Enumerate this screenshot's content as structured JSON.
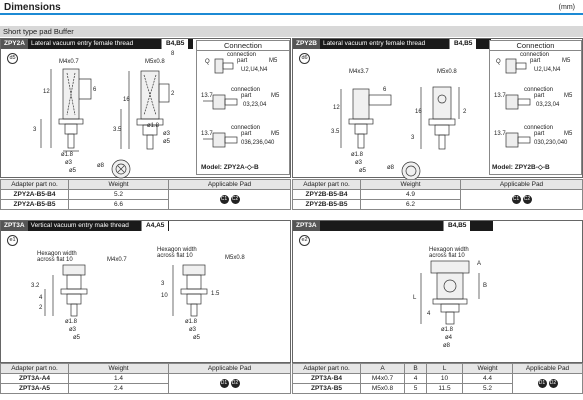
{
  "header": {
    "title": "Dimensions",
    "unit": "(mm)"
  },
  "section_title": "Short type pad Buffer",
  "panels": {
    "zpy2a": {
      "code": "ZPY2A",
      "desc": "Lateral vacuum entry female thread",
      "sizes": "B4,B5",
      "circle": "d5",
      "dims": {
        "m4": "M4x0.7",
        "m5": "M5x0.8",
        "d18": "ø1.8",
        "d3": "ø3",
        "d5": "ø5",
        "d8": "ø8",
        "d16": "ø1.8",
        "d3b": "ø3",
        "d5b": "ø5",
        "n12": "12",
        "n3": "3",
        "n6": "6",
        "n16": "16",
        "n35": "3.5",
        "n2": "2",
        "e8": "8"
      },
      "connection": {
        "title": "Connection",
        "q": "Q",
        "c1": "connection",
        "c1b": "part",
        "c1m": "M5",
        "c1c": "U2,U4,N4",
        "c2a": "13.7",
        "c2": "connection",
        "c2b": "part",
        "c2m": "M5",
        "c2c": "03,23,04",
        "c3a": "13.7",
        "c3": "connection",
        "c3b": "part",
        "c3m": "M5",
        "c3c": "036,236,040",
        "model": "Model: ZPY2A-◇-B"
      },
      "table": {
        "headers": [
          "Adapter part no.",
          "Weight",
          "Applicable Pad"
        ],
        "rows": [
          {
            "part": "ZPY2A-B5-B4",
            "weight": "5.2"
          },
          {
            "part": "ZPY2A-B5-B5",
            "weight": "6.6"
          }
        ],
        "pads": [
          "C1",
          "C2"
        ]
      }
    },
    "zpy2b": {
      "code": "ZPY2B",
      "desc": "Lateral vacuum entry female thread",
      "sizes": "B4,B5",
      "circle": "d6",
      "dims": {
        "m4": "M4x3.7",
        "m5": "M5x0.8",
        "n12": "12",
        "n16": "16",
        "n35": "3.5",
        "n3": "3",
        "n2": "2",
        "n6": "6",
        "d18": "ø1.8",
        "d3": "ø3",
        "d5": "ø5",
        "d8": "ø8"
      },
      "connection": {
        "title": "Connection",
        "q": "Q",
        "c1": "connection",
        "c1b": "part",
        "c1m": "M5",
        "c1c": "U2,U4,N4",
        "c2a": "13.7",
        "c2": "connection",
        "c2b": "part",
        "c2m": "M5",
        "c2c": "03,23,04",
        "c3a": "13.7",
        "c3": "connection",
        "c3b": "part",
        "c3m": "M5",
        "c3c": "030,230,040",
        "model": "Model: ZPY2B-◇-B"
      },
      "table": {
        "headers": [
          "Adapter part no.",
          "Weight",
          "Applicable Pad"
        ],
        "rows": [
          {
            "part": "ZPY2B-B5-B4",
            "weight": "4.9"
          },
          {
            "part": "ZPY2B-B5-B5",
            "weight": "6.2"
          }
        ],
        "pads": [
          "C1",
          "C2"
        ]
      }
    },
    "zpt3a_v": {
      "code": "ZPT3A",
      "desc": "Vertical vacuum entry male thread",
      "sizes": "A4,A5",
      "circle": "e1",
      "dims": {
        "hex1": "Hexagon width",
        "hex1b": "across flat 10",
        "m4": "M4x0.7",
        "hex2": "Hexagon width",
        "hex2b": "across flat 10",
        "m5": "M5x0.8",
        "n32": "3.2",
        "n4": "4",
        "n2": "2",
        "n3": "3",
        "n10": "10",
        "n15": "1.5",
        "d18": "ø1.8",
        "d3": "ø3",
        "d5": "ø5",
        "d18b": "ø1.8",
        "d3b": "ø3",
        "d5b": "ø5"
      },
      "table": {
        "headers": [
          "Adapter part no.",
          "Weight",
          "Applicable Pad"
        ],
        "rows": [
          {
            "part": "ZPT3A-A4",
            "weight": "1.4"
          },
          {
            "part": "ZPT3A-A5",
            "weight": "2.4"
          }
        ],
        "pads": [
          "D1",
          "D2"
        ]
      }
    },
    "zpt3a_b": {
      "code": "ZPT3A",
      "sizes": "B4,B5",
      "circle": "e2",
      "dims": {
        "hex": "Hexagon width",
        "hexb": "across flat 10",
        "A": "A",
        "B": "B",
        "L": "L",
        "n4": "4",
        "d18": "ø1.8",
        "d4": "ø4",
        "d8": "ø8"
      },
      "table": {
        "headers": [
          "Adapter part no.",
          "A",
          "B",
          "L",
          "Weight",
          "Applicable Pad"
        ],
        "rows": [
          {
            "part": "ZPT3A-B4",
            "a": "M4x0.7",
            "b": "4",
            "l": "10",
            "weight": "4.4"
          },
          {
            "part": "ZPT3A-B5",
            "a": "M5x0.8",
            "b": "5",
            "l": "11.5",
            "weight": "5.2"
          }
        ],
        "pads": [
          "D1",
          "D2"
        ]
      }
    }
  }
}
